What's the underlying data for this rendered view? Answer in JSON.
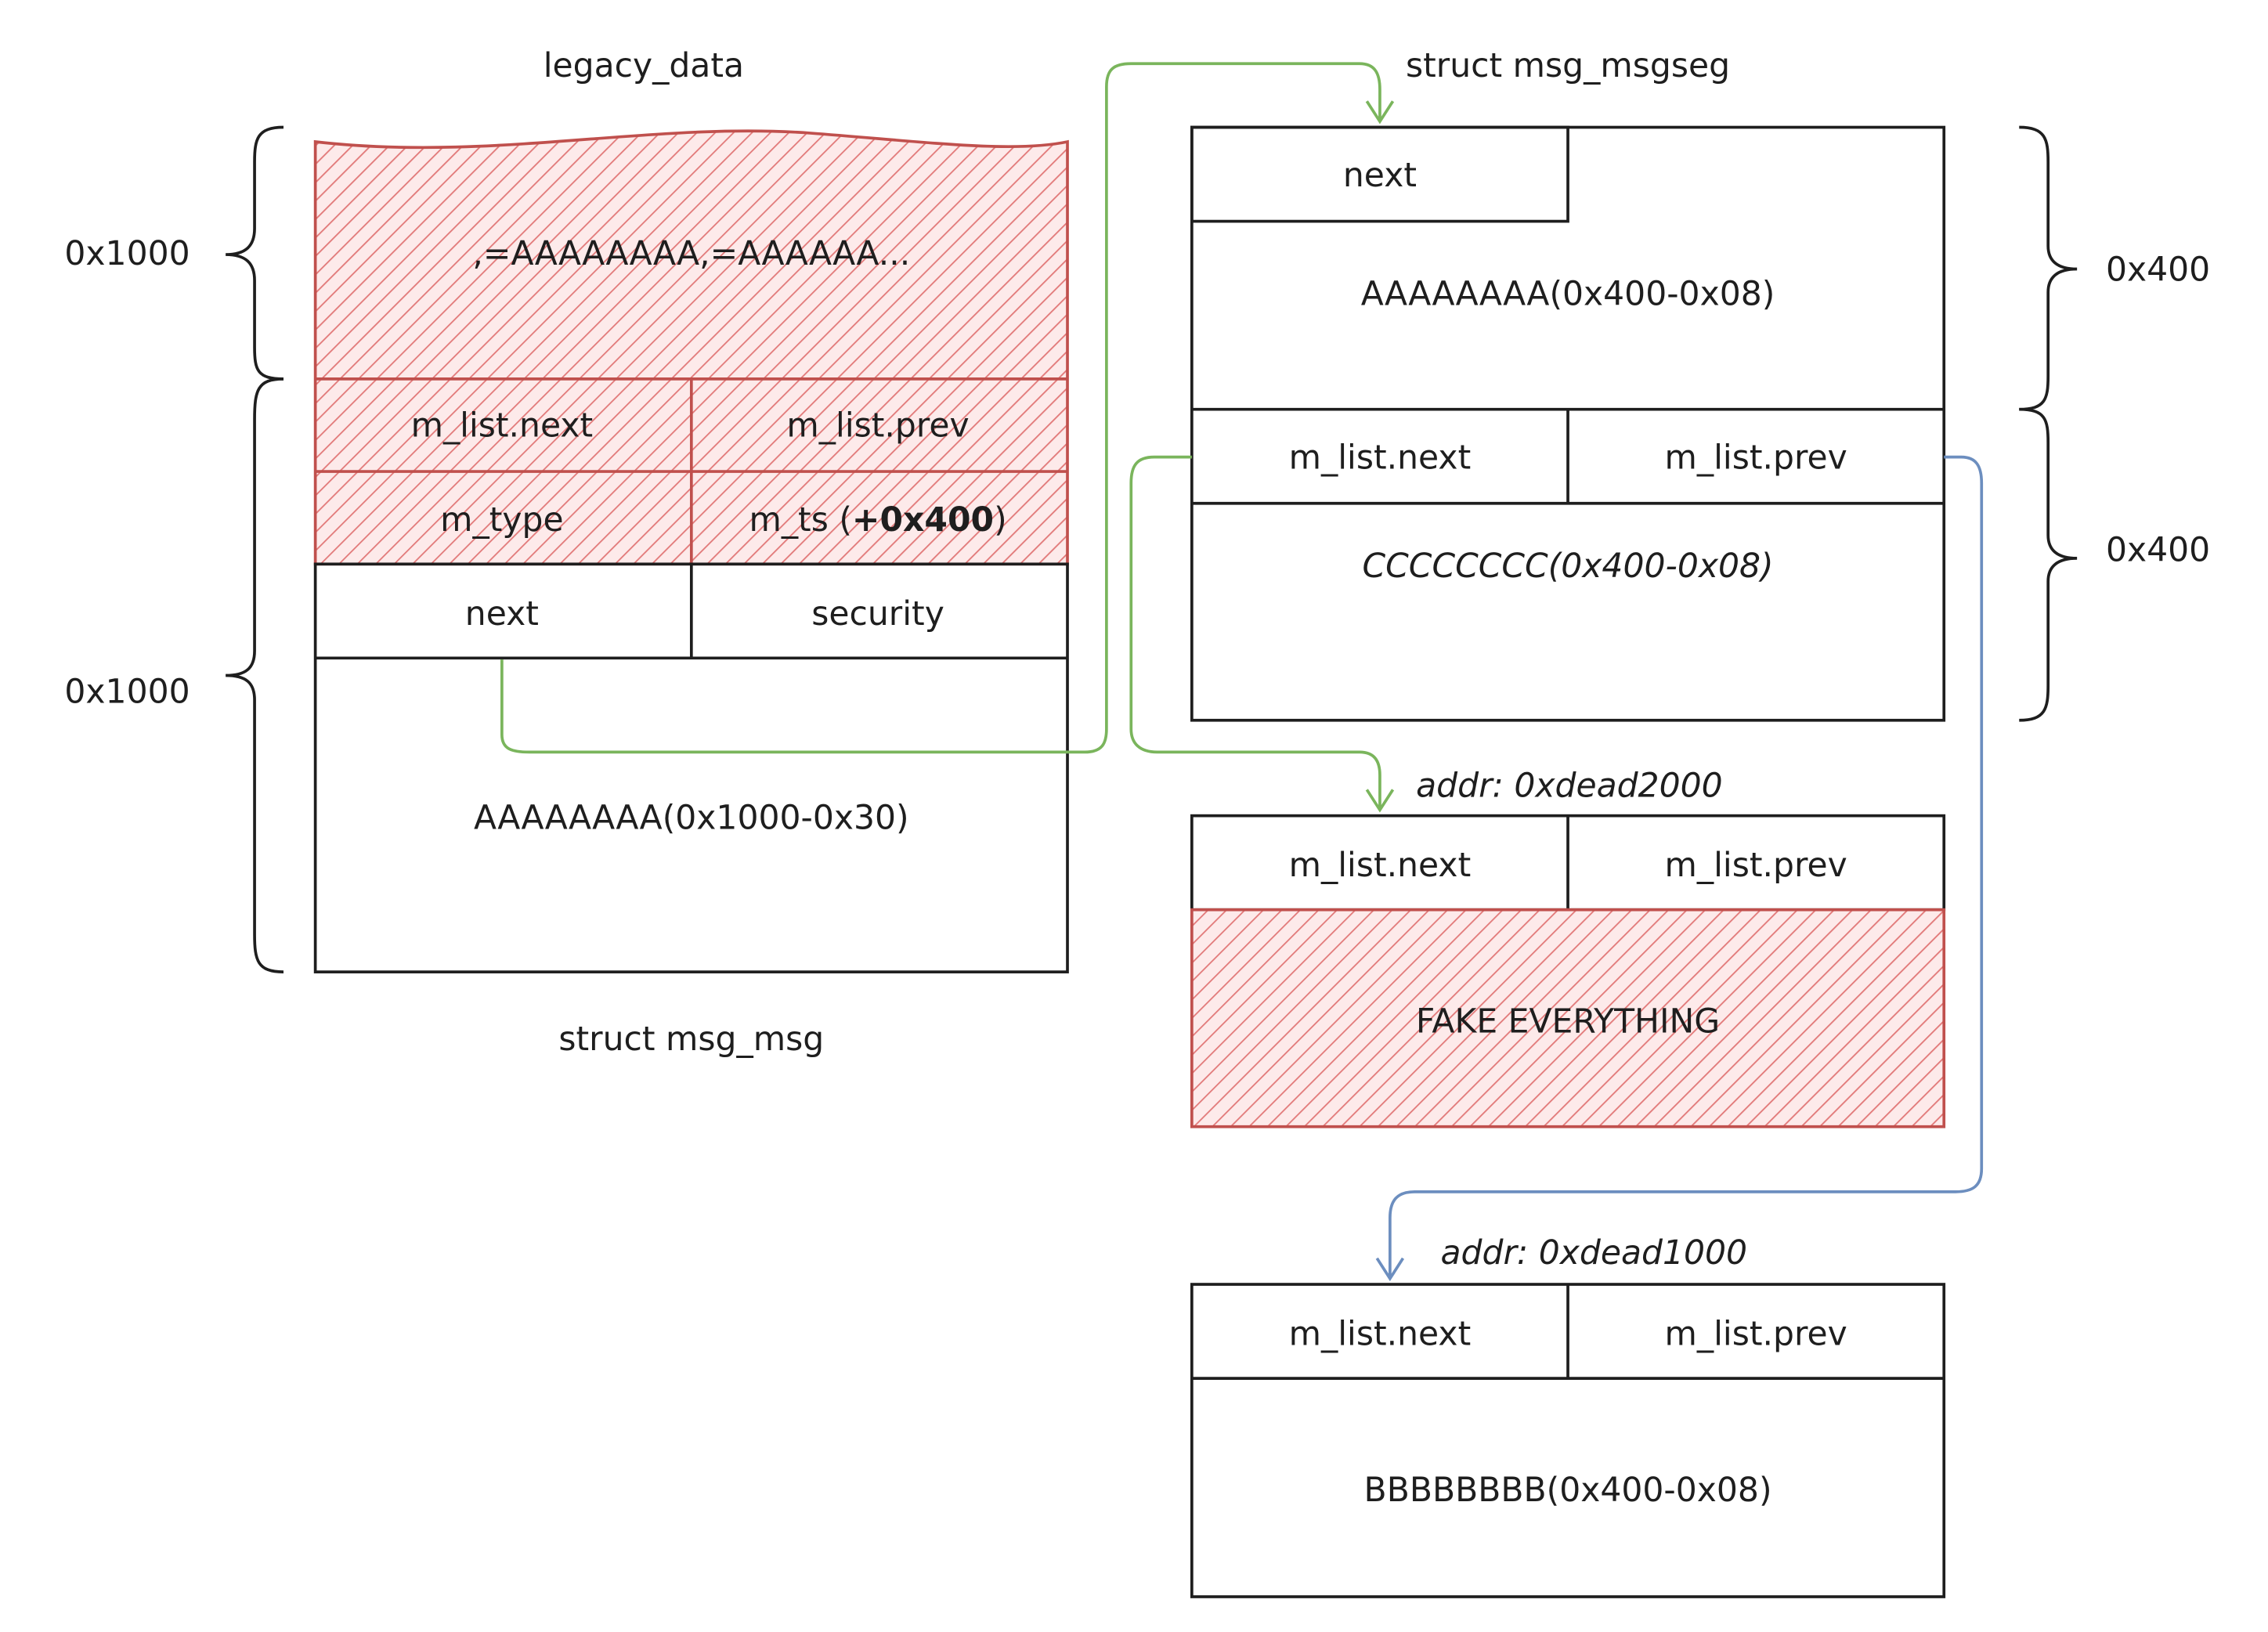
{
  "left": {
    "top_label": "legacy_data",
    "bottom_label": "struct msg_msg",
    "size_top": "0x1000",
    "size_bottom": "0x1000",
    "fill_text": ",=AAAAAAAA,=AAAAAA...",
    "m_list_next": "m_list.next",
    "m_list_prev": "m_list.prev",
    "m_type": "m_type",
    "m_ts_prefix": "m_ts (",
    "m_ts_bold": "+0x400",
    "m_ts_suffix": ")",
    "next": "next",
    "security": "security",
    "payload": "AAAAAAAA(0x1000-0x30)"
  },
  "seg": {
    "title": "struct msg_msgseg",
    "next": "next",
    "payload": "AAAAAAAA(0x400-0x08)",
    "m_list_next": "m_list.next",
    "m_list_prev": "m_list.prev",
    "payload2": "CCCCCCCC(0x400-0x08)",
    "size_top": "0x400",
    "size_bottom": "0x400"
  },
  "fake": {
    "addr": "addr: 0xdead2000",
    "m_list_next": "m_list.next",
    "m_list_prev": "m_list.prev",
    "fill_text": "FAKE EVERYTHING"
  },
  "bottom": {
    "addr": "addr: 0xdead1000",
    "m_list_next": "m_list.next",
    "m_list_prev": "m_list.prev",
    "payload": "BBBBBBBB(0x400-0x08)"
  },
  "colors": {
    "hatch": "#e06c6c",
    "hatch_bg": "#fde8e8",
    "red_border": "#c0504d",
    "green_arrow": "#7ab55c",
    "blue_arrow": "#6c8ebf",
    "stroke": "#1e1e1e"
  }
}
